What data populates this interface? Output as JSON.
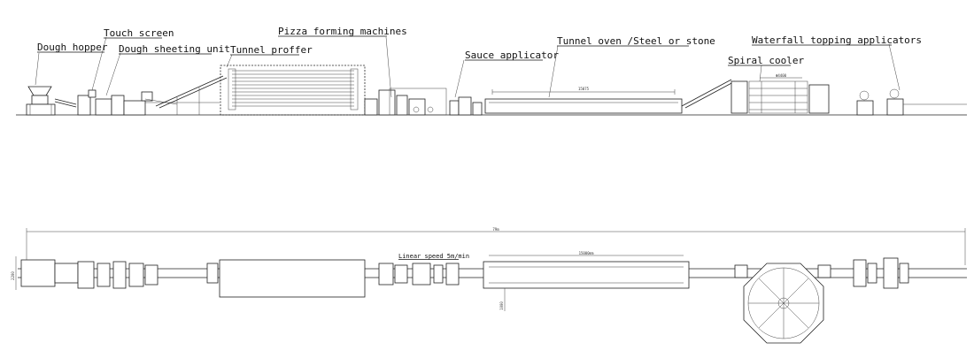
{
  "labels": {
    "dough_hopper": "Dough hopper",
    "touch_screen": "Touch screen",
    "dough_sheeting_unit": "Dough sheeting unit",
    "tunnel_proffer": "Tunnel proffer",
    "pizza_forming_machines": "Pizza forming machines",
    "sauce_applicator": "Sauce applicator",
    "tunnel_oven": "Tunnel oven /Steel or stone",
    "spiral_cooler": "Spiral cooler",
    "waterfall_topping_applicators": "Waterfall topping applicators"
  },
  "plan_view": {
    "linear_speed": "Linear speed 5m/min"
  },
  "dimensions": {
    "oven_length_side": "15075",
    "cooler_width_side": "Φ4400",
    "total_length": "79m",
    "oven_length_plan": "15000mm",
    "line_width": "2200",
    "oven_width": "1000"
  }
}
